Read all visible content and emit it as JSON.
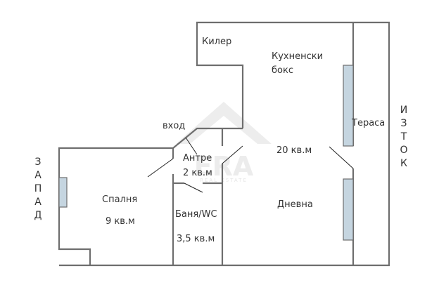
{
  "plan": {
    "wall_color": "#6e6e6e",
    "window_color": "#c5d5e0",
    "watermark_color": "#ececec"
  },
  "rooms": {
    "pantry": {
      "name": "Килер"
    },
    "kitchen": {
      "name_line1": "Кухненски",
      "name_line2": "бокс"
    },
    "terrace": {
      "name": "Тераса"
    },
    "entrance": {
      "name": "вход"
    },
    "hall": {
      "name": "Антре",
      "area": "2 кв.м"
    },
    "living": {
      "area": "20 кв.м",
      "name": "Дневна"
    },
    "bedroom": {
      "name": "Спалня",
      "area": "9 кв.м"
    },
    "bathroom": {
      "name": "Баня/WC",
      "area": "3,5 кв.м"
    }
  },
  "compass": {
    "west": [
      "З",
      "А",
      "П",
      "А",
      "Д"
    ],
    "east": [
      "И",
      "З",
      "Т",
      "О",
      "К"
    ]
  },
  "watermark": {
    "brand": "ERA",
    "subtitle": "REAL ESTATE"
  }
}
